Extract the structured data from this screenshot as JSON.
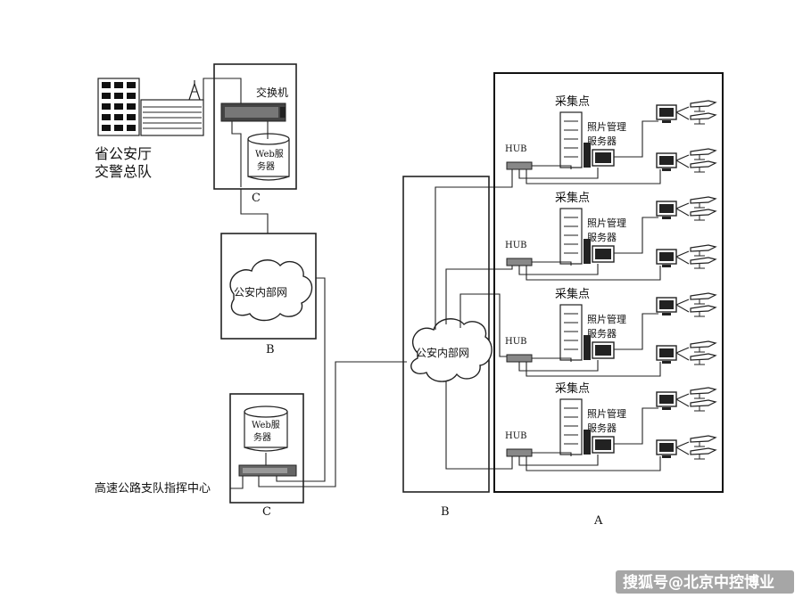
{
  "labels": {
    "dept": [
      "省公安厅",
      "交警总队"
    ],
    "switch": "交换机",
    "web_server": [
      "Web服",
      "务器"
    ],
    "c": "C",
    "b": "B",
    "a": "A",
    "intranet": "公安内部网",
    "hq_center": "高速公路支队指挥中心",
    "collect_point": "采集点",
    "photo_server": [
      "照片管理",
      "服务器"
    ],
    "hub": "HUB"
  },
  "watermark": "搜狐号@北京中控博业"
}
